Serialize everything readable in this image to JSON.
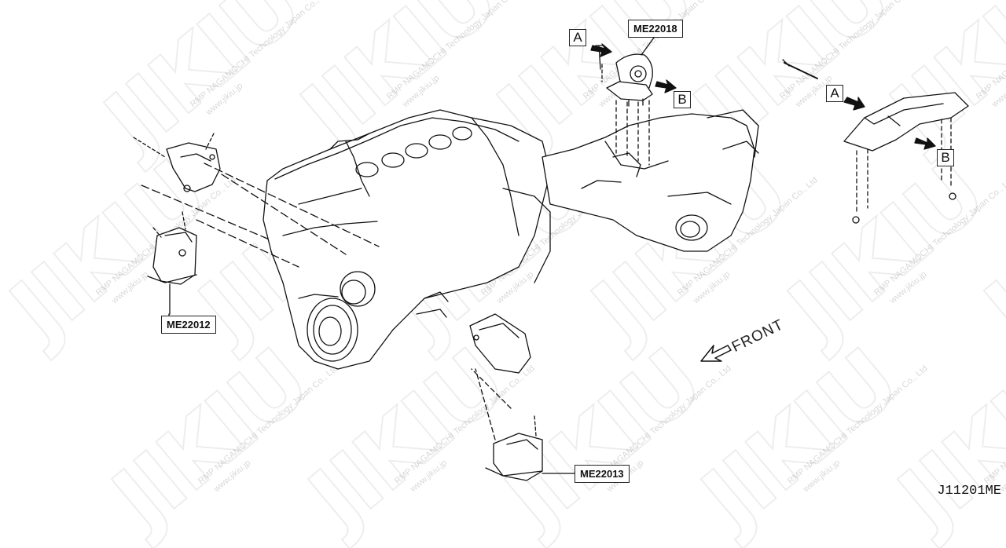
{
  "watermark": {
    "logo_text": "JIKIU",
    "company_text": "RMP NAGAMOCHI Technology Japan Co., Ltd",
    "url_text": "www.jikiu.jp"
  },
  "parts": [
    {
      "id": "ME22018",
      "label": "ME22018"
    },
    {
      "id": "ME22012",
      "label": "ME22012"
    },
    {
      "id": "ME22013",
      "label": "ME22013"
    }
  ],
  "markers": {
    "a": "A",
    "b": "B"
  },
  "direction": {
    "label": "FRONT"
  },
  "diagram_code": "J11201ME"
}
